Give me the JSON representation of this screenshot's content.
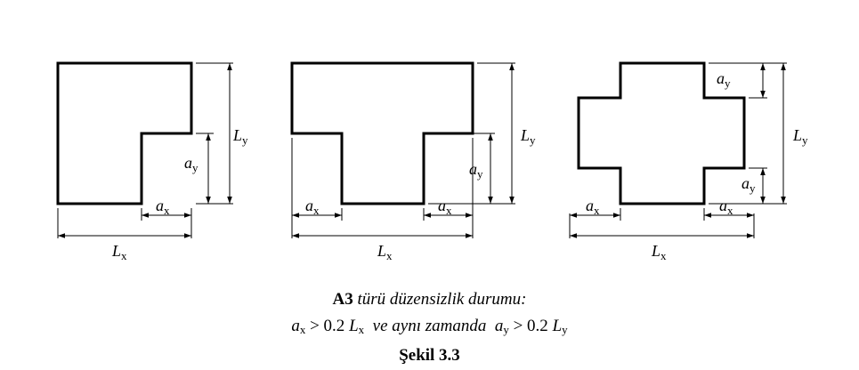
{
  "figure": {
    "labels": {
      "ax": "a",
      "ay": "a",
      "Lx": "L",
      "Ly": "L",
      "sub_x": "x",
      "sub_y": "y"
    }
  },
  "caption": {
    "line1_bold": "A3",
    "line1_rest": " türü düzensizlik durumu:",
    "line2": {
      "ax_sym": "a",
      "ax_sub": "x",
      "op1": " > 0.2 ",
      "Lx_sym": "L",
      "Lx_sub": "x",
      "mid": "  ve aynı zamanda  ",
      "ay_sym": "a",
      "ay_sub": "y",
      "op2": " > 0.2 ",
      "Ly_sym": "L",
      "Ly_sub": "y"
    },
    "line3": "Şekil 3.3"
  }
}
